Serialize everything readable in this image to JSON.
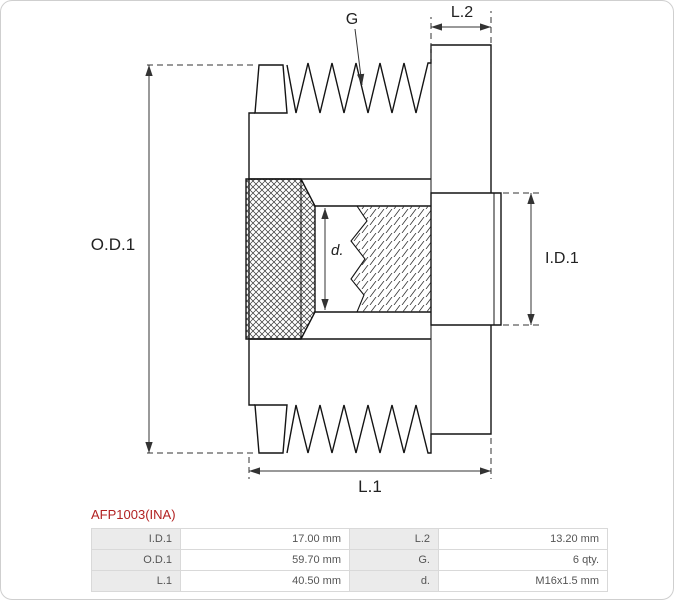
{
  "product": {
    "title": "AFP1003(INA)",
    "title_color": "#b22222"
  },
  "drawing": {
    "type": "alternator-freewheel-pulley-cross-section",
    "line_color": "#141414",
    "labels": {
      "od1": "O.D.1",
      "id1": "I.D.1",
      "l1": "L.1",
      "l2": "L.2",
      "g": "G",
      "d": "d."
    }
  },
  "specs": {
    "rows": [
      {
        "k1": "I.D.1",
        "v1": "17.00 mm",
        "k2": "L.2",
        "v2": "13.20 mm"
      },
      {
        "k1": "O.D.1",
        "v1": "59.70 mm",
        "k2": "G.",
        "v2": "6 qty."
      },
      {
        "k1": "L.1",
        "v1": "40.50 mm",
        "k2": "d.",
        "v2": "M16x1.5 mm"
      }
    ]
  }
}
